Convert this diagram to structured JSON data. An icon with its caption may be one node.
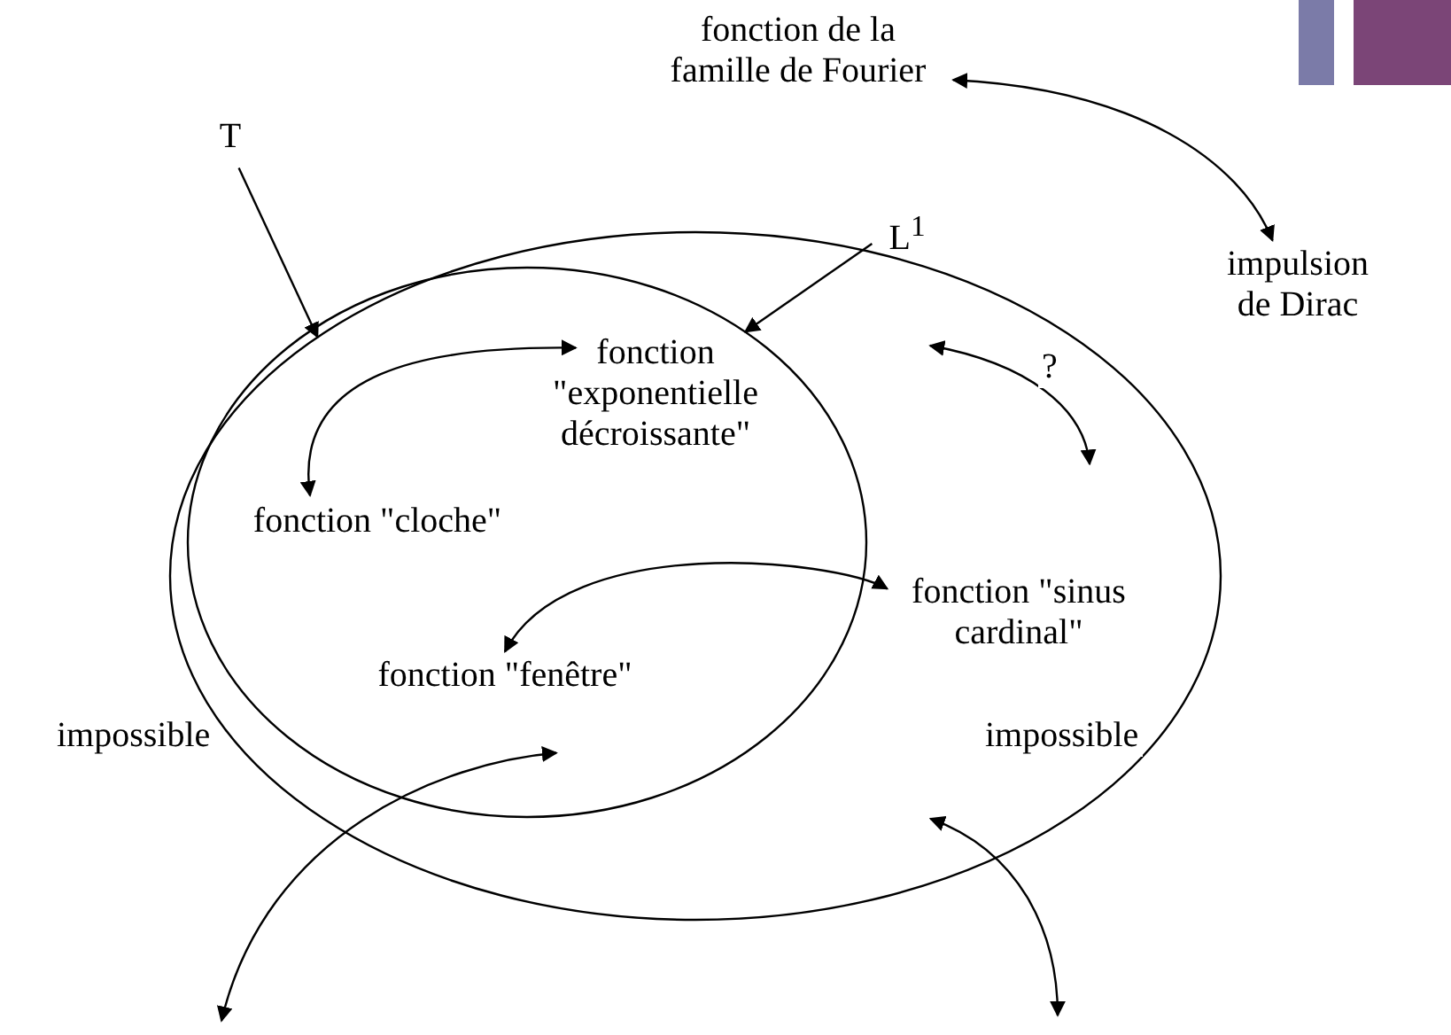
{
  "diagram": {
    "nodes": [
      {
        "text": [
          "fonction de la famille de Fourier"
        ]
      },
      {
        "text": [
          "impulsion de Dirac"
        ]
      },
      {
        "text": [
          "T"
        ]
      },
      {
        "text": [],
        "shape": "ellipse"
      },
      {
        "text": [
          "L$^{1}$"
        ]
      },
      {
        "text": [],
        "shape": "ellipse",
        "in": 3
      },
      {
        "text": [
          "fonction \"exponentielle décroissante\""
        ],
        "in": 5
      },
      {
        "text": [
          "fonction \"cloche\""
        ],
        "in": 5
      },
      {
        "text": [
          "fonction \"fenêtre\""
        ],
        "in": 5
      },
      {
        "text": [
          "fonction \"sinus cardinal\""
        ],
        "in": 3
      }
    ],
    "edges": [
      {
        "from": 0,
        "to": 1,
        "arrow": "both"
      },
      {
        "from": 2,
        "to": 3,
        "arrow": "to"
      },
      {
        "from": 4,
        "to": 5,
        "arrow": "to"
      },
      {
        "from": 7,
        "to": 6,
        "arrow": "both"
      },
      {
        "from": 8,
        "to": 9,
        "arrow": "both"
      },
      {
        "from": null,
        "to": 3,
        "arrow": "both",
        "label": "?"
      },
      {
        "from": null,
        "to": 5,
        "arrow": "both",
        "label": "impossible"
      },
      {
        "from": 3,
        "to": null,
        "arrow": "both",
        "label": "impossible"
      }
    ]
  }
}
